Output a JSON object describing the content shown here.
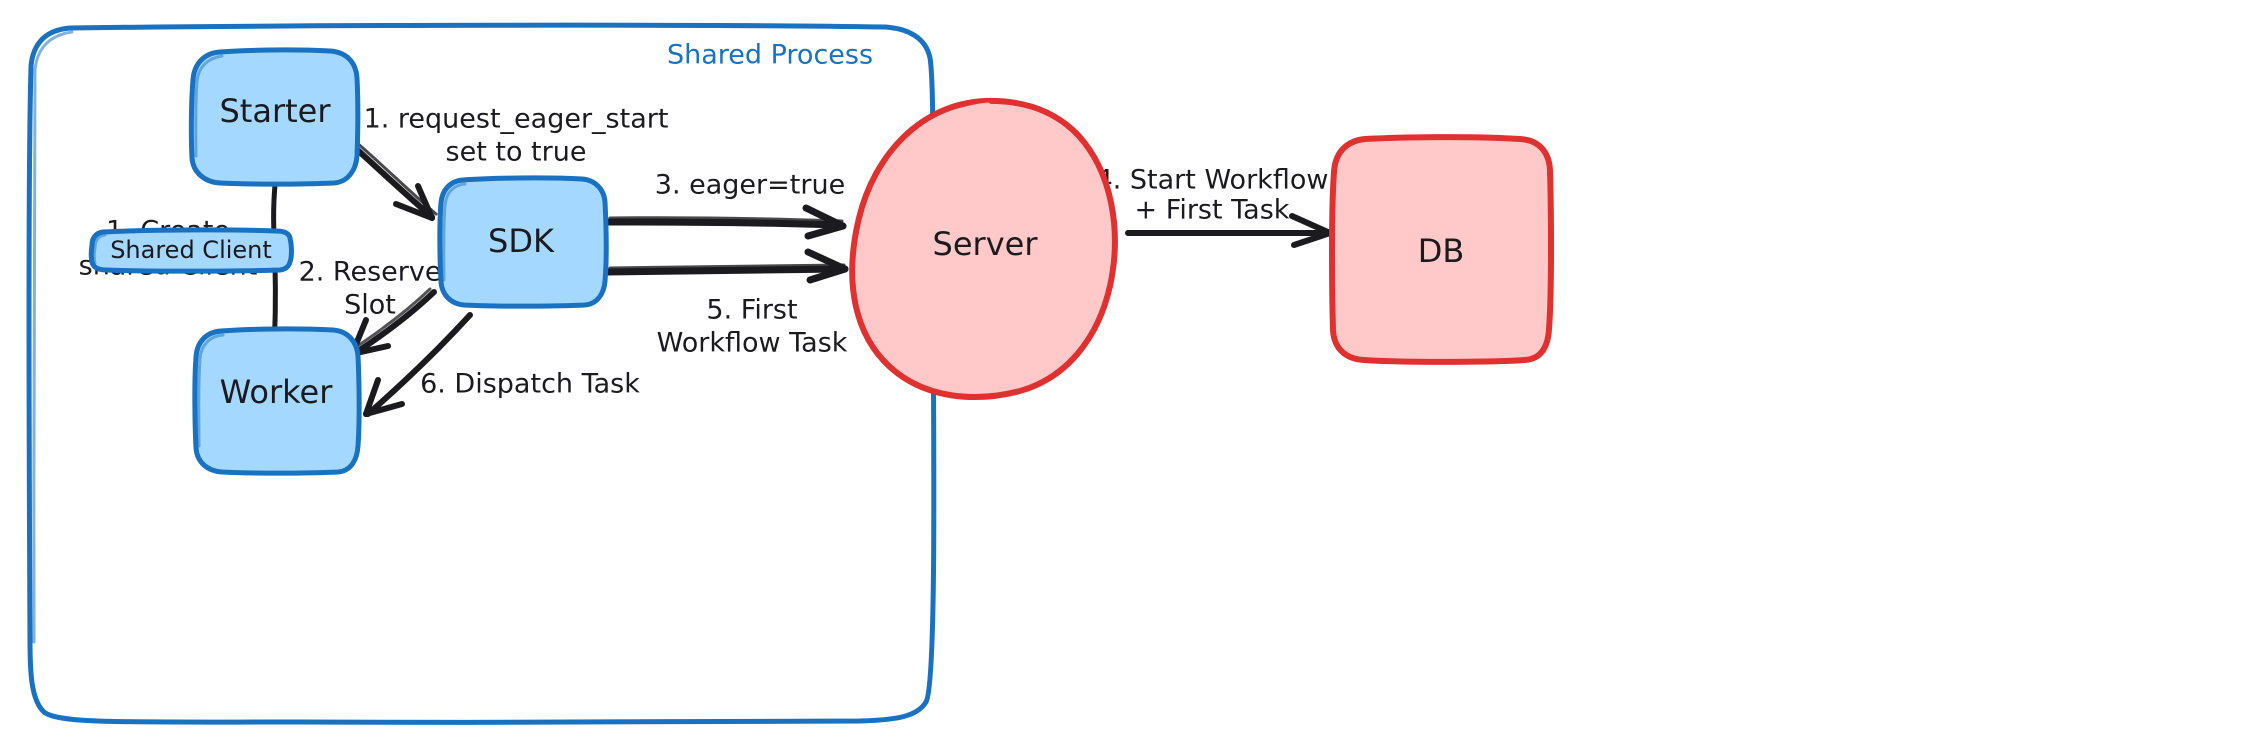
{
  "diagram": {
    "title_visible": false,
    "background": "#ffffff",
    "palette": {
      "blue_stroke": "#1971c2",
      "blue_fill": "#a5d8ff",
      "red_stroke": "#e03131",
      "red_fill": "#ffc9c9",
      "ink": "#1b1b1f"
    },
    "group": {
      "label": "Shared Process",
      "color": "#1971c2"
    },
    "nodes": [
      {
        "id": "starter",
        "label": "Starter",
        "shape": "rounded-rect",
        "fill": "#a5d8ff",
        "stroke": "#1971c2"
      },
      {
        "id": "shared-client",
        "label": "Shared Client",
        "shape": "rounded-rect",
        "fill": "#a5d8ff",
        "stroke": "#1971c2"
      },
      {
        "id": "worker",
        "label": "Worker",
        "shape": "rounded-rect",
        "fill": "#a5d8ff",
        "stroke": "#1971c2"
      },
      {
        "id": "sdk",
        "label": "SDK",
        "shape": "rounded-rect",
        "fill": "#a5d8ff",
        "stroke": "#1971c2"
      },
      {
        "id": "server",
        "label": "Server",
        "shape": "ellipse",
        "fill": "#ffc9c9",
        "stroke": "#e03131"
      },
      {
        "id": "db",
        "label": "DB",
        "shape": "rounded-rect",
        "fill": "#ffc9c9",
        "stroke": "#e03131"
      }
    ],
    "edges": [
      {
        "id": "create-shared-client",
        "from": "starter",
        "to": "shared-client",
        "label_lines": [
          "1. Create",
          "shared Client"
        ],
        "arrowhead": false
      },
      {
        "id": "shared-client-worker",
        "from": "shared-client",
        "to": "worker",
        "label_lines": [],
        "arrowhead": false
      },
      {
        "id": "request-eager-start",
        "from": "starter",
        "to": "sdk",
        "label_lines": [
          "1. request_eager_start",
          "set to true"
        ],
        "arrowhead": true
      },
      {
        "id": "reserve-slot",
        "from": "sdk",
        "to": "worker",
        "label_lines": [
          "2. Reserve",
          "Slot"
        ],
        "arrowhead": true
      },
      {
        "id": "eager-true",
        "from": "sdk",
        "to": "server",
        "label_lines": [
          "3. eager=true"
        ],
        "arrowhead": true
      },
      {
        "id": "start-workflow-first-task",
        "from": "server",
        "to": "db",
        "label_lines": [
          "4. Start Workflow",
          "+ First Task"
        ],
        "arrowhead": true
      },
      {
        "id": "first-workflow-task",
        "from": "sdk",
        "to": "server",
        "label_lines": [
          "5. First",
          "Workflow Task"
        ],
        "arrowhead": true
      },
      {
        "id": "dispatch-task",
        "from": "sdk",
        "to": "worker",
        "label_lines": [
          "6. Dispatch Task"
        ],
        "arrowhead": true
      }
    ],
    "labels": {
      "shared_process": "Shared Process",
      "starter": "Starter",
      "shared_client": "Shared Client",
      "worker": "Worker",
      "sdk": "SDK",
      "server": "Server",
      "db": "DB",
      "e1_line1": "1. Create",
      "e1_line2": "shared Client",
      "e2_line1": "1. request_eager_start",
      "e2_line2": "set to true",
      "e3_line1": "2. Reserve",
      "e3_line2": "Slot",
      "e4_line1": "3. eager=true",
      "e5_line1": "4. Start Workflow",
      "e5_line2": "+ First Task",
      "e6_line1": "5. First",
      "e6_line2": "Workflow Task",
      "e7_line1": "6. Dispatch Task"
    }
  }
}
